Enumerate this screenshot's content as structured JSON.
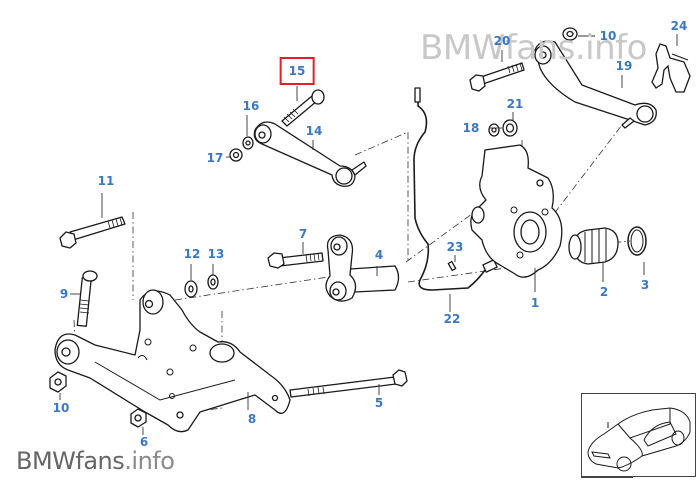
{
  "diagram": {
    "type": "exploded-parts-diagram",
    "subject": "Rear axle suspension assembly",
    "highlighted_part": "15",
    "label_color": "#3a78c2",
    "highlight_color": "#e02027",
    "parts": [
      {
        "id": "1",
        "label": "1"
      },
      {
        "id": "2",
        "label": "2"
      },
      {
        "id": "3",
        "label": "3"
      },
      {
        "id": "4",
        "label": "4"
      },
      {
        "id": "5",
        "label": "5"
      },
      {
        "id": "6",
        "label": "6"
      },
      {
        "id": "7",
        "label": "7"
      },
      {
        "id": "8",
        "label": "8"
      },
      {
        "id": "9",
        "label": "9"
      },
      {
        "id": "10",
        "label": "10"
      },
      {
        "id": "10b",
        "label": "10"
      },
      {
        "id": "11",
        "label": "11"
      },
      {
        "id": "12",
        "label": "12"
      },
      {
        "id": "13",
        "label": "13"
      },
      {
        "id": "14",
        "label": "14"
      },
      {
        "id": "15",
        "label": "15"
      },
      {
        "id": "16",
        "label": "16"
      },
      {
        "id": "17",
        "label": "17"
      },
      {
        "id": "18",
        "label": "18"
      },
      {
        "id": "19",
        "label": "19"
      },
      {
        "id": "20",
        "label": "20"
      },
      {
        "id": "21",
        "label": "21"
      },
      {
        "id": "22",
        "label": "22"
      },
      {
        "id": "23",
        "label": "23"
      },
      {
        "id": "24",
        "label": "24"
      }
    ]
  },
  "watermarks": {
    "top": "BMWfans.info",
    "bottom_brand": "BMWfans",
    "bottom_suffix": ".info"
  },
  "thumbnail": {
    "name": "vehicle-overview-thumbnail"
  }
}
